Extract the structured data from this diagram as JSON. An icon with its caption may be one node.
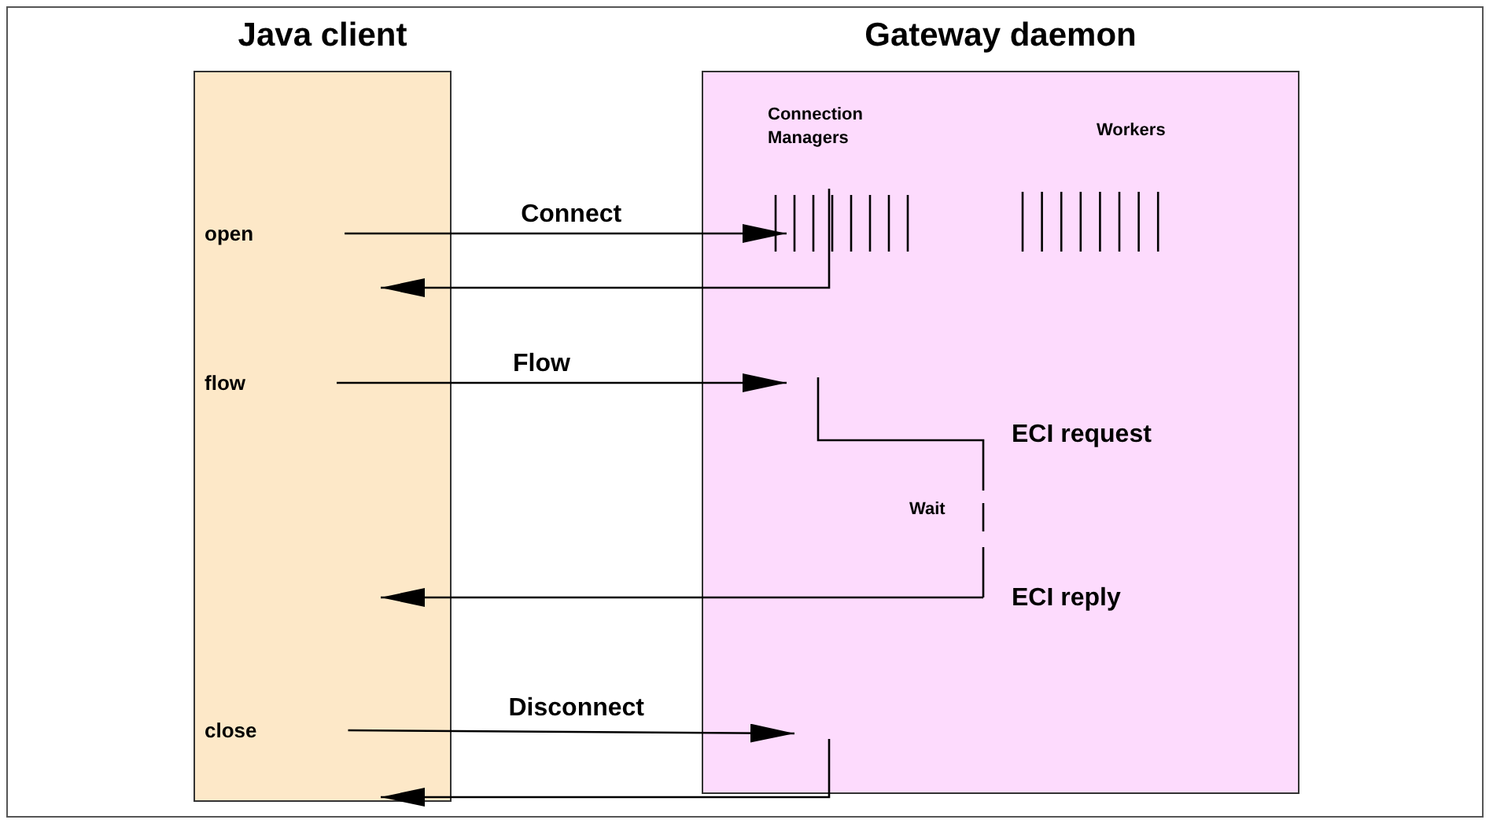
{
  "diagram": {
    "nodes": [
      {
        "text": [
          "Java client"
        ]
      },
      {
        "text": [
          "open"
        ],
        "in": 0
      },
      {
        "text": [
          "flow"
        ],
        "in": 0
      },
      {
        "text": [
          "close"
        ],
        "in": 0
      },
      {
        "text": [
          "Gateway daemon"
        ]
      }
    ],
    "edges": [
      {
        "from": 1,
        "to": 4,
        "arrow": "to",
        "label": "Connect"
      },
      {
        "from": 4,
        "to": 0,
        "arrow": "to"
      },
      {
        "from": 2,
        "to": 4,
        "arrow": "to",
        "label": "Flow"
      },
      {
        "from": 4,
        "to": 0,
        "arrow": "to"
      },
      {
        "from": 3,
        "to": 4,
        "arrow": "to",
        "label": "Disconnect"
      },
      {
        "from": 4,
        "to": 0,
        "arrow": "to"
      }
    ],
    "labels": [
      "Connection Managers",
      "Workers",
      "ECI request",
      "Wait",
      "ECI reply"
    ]
  }
}
